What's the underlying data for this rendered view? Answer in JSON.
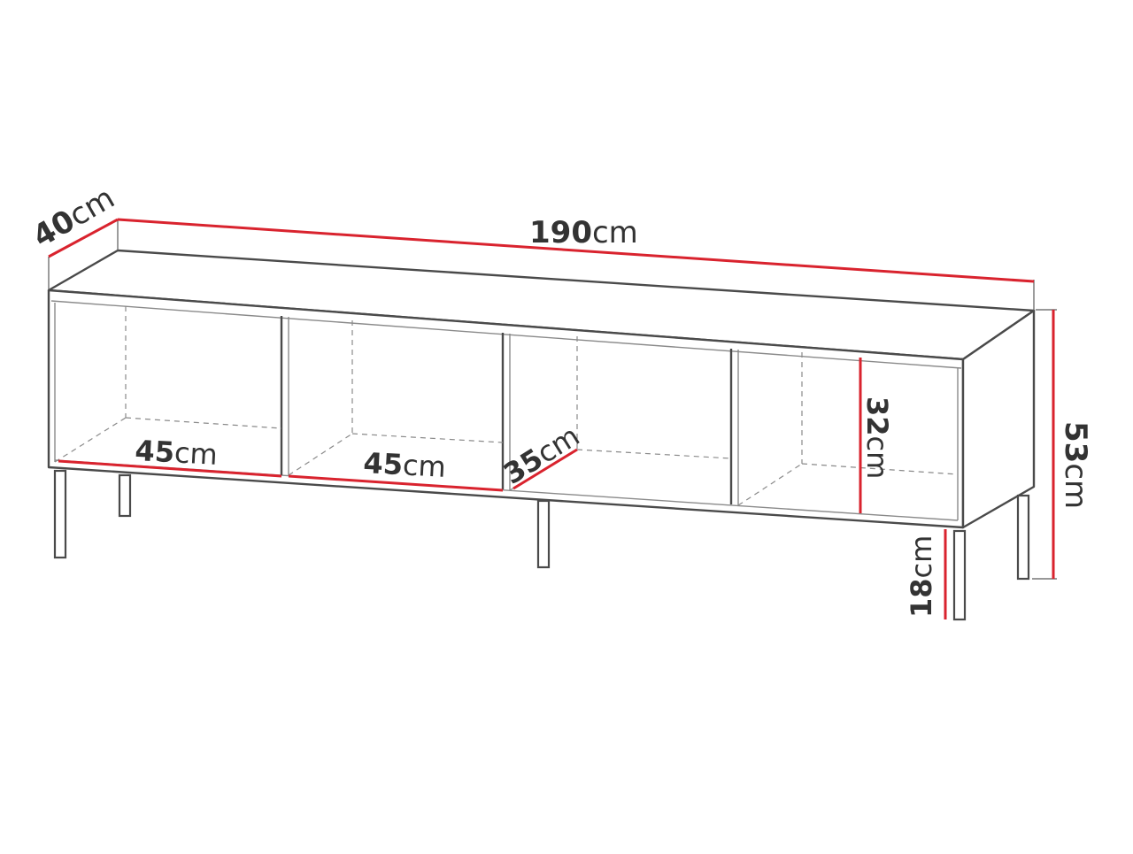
{
  "diagram": {
    "colors": {
      "dimension_line": "#d9232e",
      "outline": "#4a4a4a",
      "hidden_edges": "#8a8a8a",
      "text": "#333333"
    },
    "dimensions": {
      "width": {
        "value": "190",
        "unit": "cm"
      },
      "depth": {
        "value": "40",
        "unit": "cm"
      },
      "height": {
        "value": "53",
        "unit": "cm"
      },
      "compartment_1_width": {
        "value": "45",
        "unit": "cm"
      },
      "compartment_2_width": {
        "value": "45",
        "unit": "cm"
      },
      "compartment_depth": {
        "value": "35",
        "unit": "cm"
      },
      "compartment_height": {
        "value": "32",
        "unit": "cm"
      },
      "leg_height": {
        "value": "18",
        "unit": "cm"
      }
    }
  }
}
